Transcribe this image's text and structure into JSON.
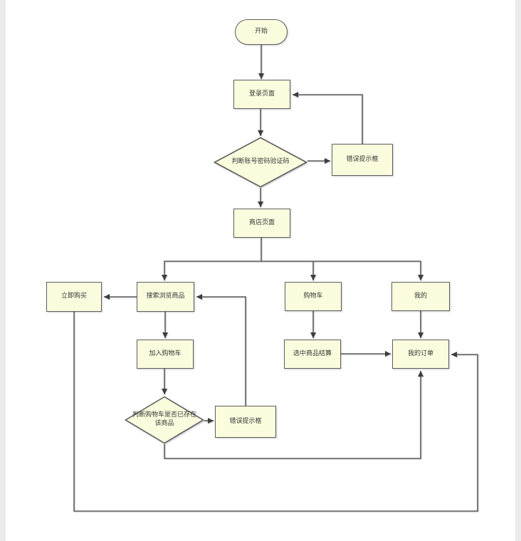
{
  "diagram": {
    "colors": {
      "node_fill": "#FBFBDE",
      "node_border": "#5F5F5F",
      "line_color": "#5F5F5F",
      "arrow_color": "#3E3E3E",
      "canvas_bg": "#FFFFFF",
      "margin_color": "#EBEBEB"
    },
    "nodes": {
      "start": {
        "label": "开始",
        "type": "terminator"
      },
      "login_page": {
        "label": "登录页面",
        "type": "process"
      },
      "check_credentials": {
        "label": "判断账号密码验证码",
        "type": "decision"
      },
      "error_top": {
        "label": "错误提示框",
        "type": "process"
      },
      "shop_page": {
        "label": "商店页面",
        "type": "process"
      },
      "buy_now": {
        "label": "立即购买",
        "type": "process"
      },
      "search_browse": {
        "label": "搜索浏览商品",
        "type": "process"
      },
      "cart": {
        "label": "购物车",
        "type": "process"
      },
      "mine": {
        "label": "我的",
        "type": "process"
      },
      "add_to_cart": {
        "label": "加入购物车",
        "type": "process"
      },
      "checkout_selected": {
        "label": "选中商品结算",
        "type": "process"
      },
      "my_orders": {
        "label": "我的订单",
        "type": "process"
      },
      "check_cart_exists": {
        "label": "判断购物车是否已存在该商品",
        "type": "decision"
      },
      "error_bottom": {
        "label": "错误提示框",
        "type": "process"
      }
    }
  }
}
